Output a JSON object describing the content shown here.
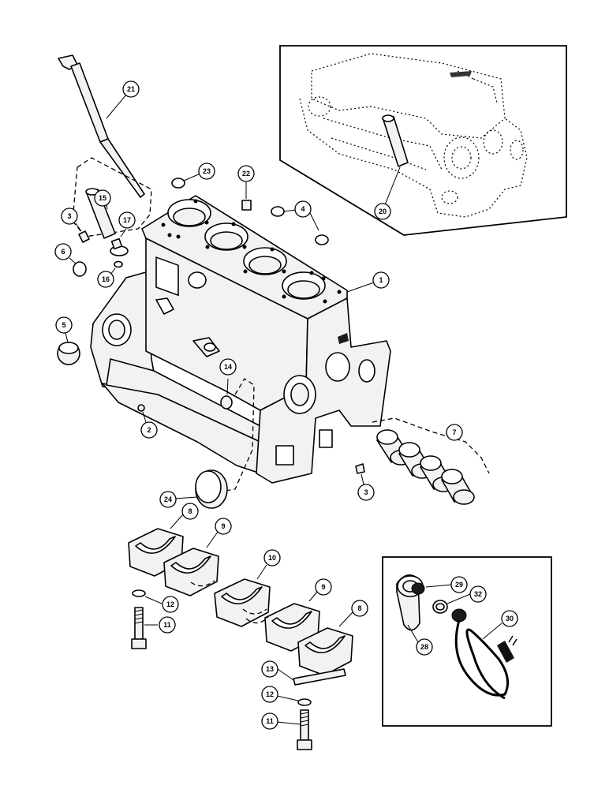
{
  "callouts": [
    "1",
    "2",
    "3",
    "3",
    "4",
    "5",
    "6",
    "7",
    "8",
    "8",
    "9",
    "9",
    "10",
    "11",
    "11",
    "12",
    "12",
    "13",
    "14",
    "15",
    "16",
    "17",
    "20",
    "21",
    "22",
    "23",
    "24",
    "28",
    "29",
    "30",
    "32"
  ]
}
